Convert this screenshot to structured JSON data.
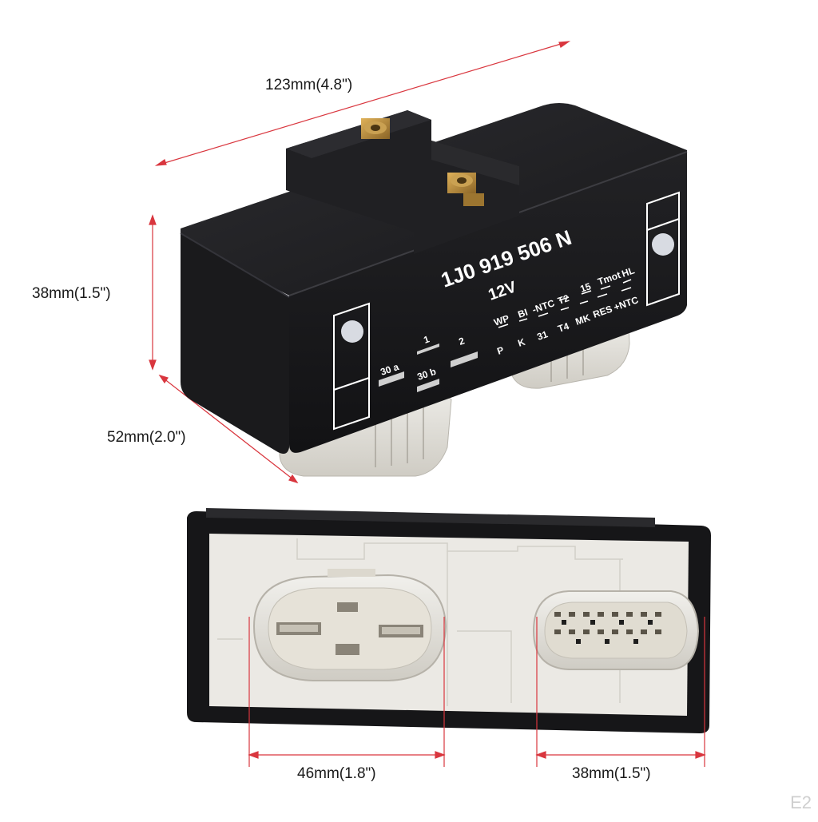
{
  "dimensions": {
    "length": "123mm(4.8\")",
    "height": "38mm(1.5\")",
    "depth": "52mm(2.0\")",
    "main_connector": "46mm(1.8\")",
    "small_connector": "38mm(1.5\")"
  },
  "label": {
    "part_number": "1J0 919 506 N",
    "voltage": "12V",
    "pins_top": [
      "15",
      "Tmot",
      "HL"
    ],
    "pins_mid_top": [
      "WP",
      "BI",
      "-NTC",
      "T2"
    ],
    "pins_mid_bottom": [
      "P",
      "K",
      "31",
      "T4",
      "MK",
      "RES",
      "+NTC"
    ],
    "terminal_30a": "30 a",
    "terminal_1": "1",
    "terminal_30b": "30 b",
    "terminal_2": "2"
  },
  "watermark": "E2",
  "colors": {
    "housing": "#1c1c1e",
    "connector": "#e8e6e1",
    "dimension_line": "#d9363e",
    "brass": "#b8883a"
  }
}
